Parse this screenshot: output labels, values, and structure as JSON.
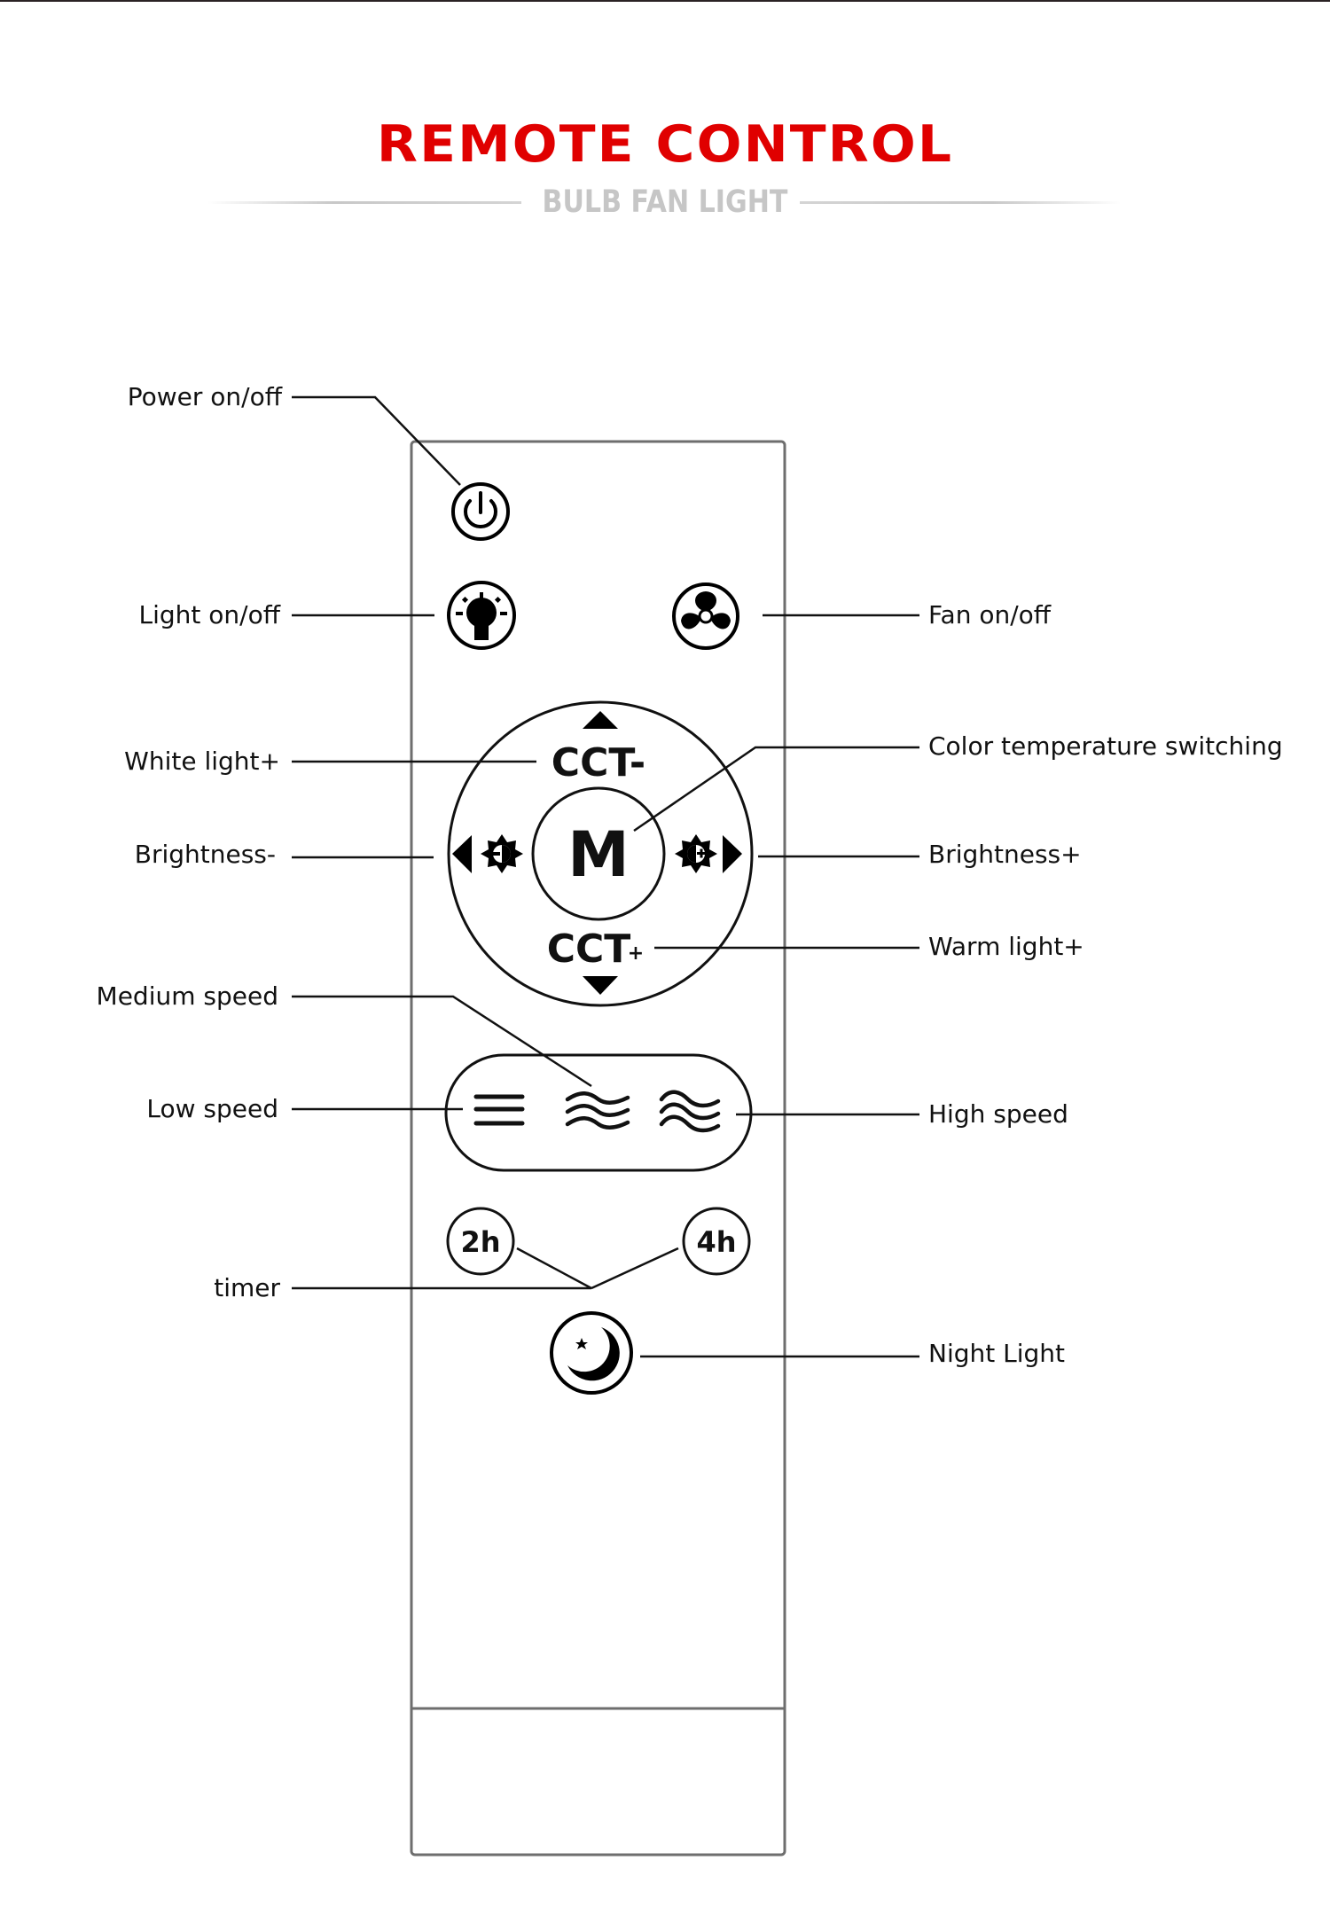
{
  "header": {
    "title": "REMOTE CONTROL",
    "subtitle": "BULB FAN LIGHT",
    "title_color": "#e00000",
    "subtitle_color": "#c6c6c6"
  },
  "remote": {
    "buttons": [
      {
        "id": "power",
        "icon": "power-icon",
        "label": "Power on/off"
      },
      {
        "id": "light",
        "icon": "lightbulb-icon",
        "label": "Light on/off"
      },
      {
        "id": "fan",
        "icon": "fan-icon",
        "label": "Fan on/off"
      },
      {
        "id": "cct-minus",
        "icon": "triangle-up-icon",
        "text": "CCT-",
        "label": "White light+"
      },
      {
        "id": "mode",
        "icon": "",
        "text": "M",
        "label": "Color temperature switching"
      },
      {
        "id": "brightness-minus",
        "icon": "brightness-down-icon",
        "label": "Brightness-"
      },
      {
        "id": "brightness-plus",
        "icon": "brightness-up-icon",
        "label": "Brightness+"
      },
      {
        "id": "cct-plus",
        "icon": "triangle-down-icon",
        "text": "CCT+",
        "label": "Warm light+"
      },
      {
        "id": "speed-low",
        "icon": "low-speed-icon",
        "label": "Low speed"
      },
      {
        "id": "speed-medium",
        "icon": "medium-speed-icon",
        "label": "Medium speed"
      },
      {
        "id": "speed-high",
        "icon": "high-speed-icon",
        "label": "High speed"
      },
      {
        "id": "timer-2h",
        "icon": "",
        "text": "2h",
        "label": "timer"
      },
      {
        "id": "timer-4h",
        "icon": "",
        "text": "4h",
        "label": "timer"
      },
      {
        "id": "night-light",
        "icon": "moon-icon",
        "label": "Night Light"
      }
    ],
    "button_texts": {
      "cct_minus": "CCT-",
      "cct_plus_base": "CCT",
      "cct_plus_sign": "+",
      "mode": "M",
      "timer_2h": "2h",
      "timer_4h": "4h"
    }
  },
  "callouts": {
    "power": "Power on/off",
    "light": "Light on/off",
    "fan": "Fan on/off",
    "white_light": "White light+",
    "color_temp": "Color temperature switching",
    "brightness_minus": "Brightness-",
    "brightness_plus": "Brightness+",
    "warm_light": "Warm light+",
    "medium_speed": "Medium speed",
    "low_speed": "Low speed",
    "high_speed": "High speed",
    "timer": "timer",
    "night_light": "Night Light"
  }
}
